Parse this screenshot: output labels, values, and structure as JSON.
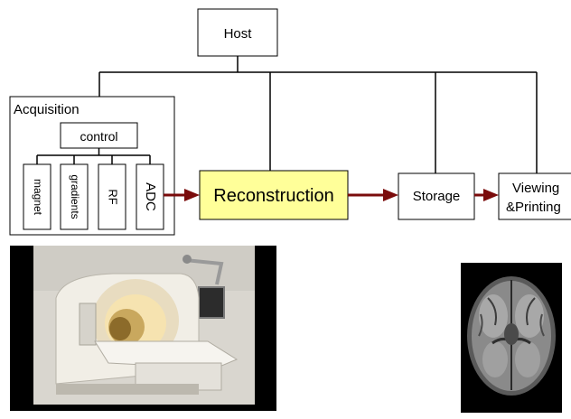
{
  "labels": {
    "host": "Host",
    "acquisition": "Acquisition",
    "control": "control",
    "magnet": "magnet",
    "gradients": "gradients",
    "rf": "RF",
    "adc": "ADC",
    "reconstruction": "Reconstruction",
    "storage": "Storage",
    "viewing_line1": "Viewing",
    "viewing_line2": "&Printing"
  },
  "images": {
    "scanner": "mri-scanner-photo",
    "brain": "brain-mri-slice"
  },
  "colors": {
    "reconstruction_fill": "#ffff99",
    "arrow": "#7a0b0b"
  }
}
